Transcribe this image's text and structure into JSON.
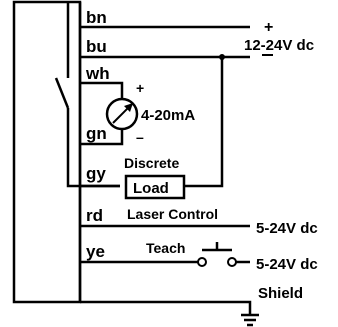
{
  "wires": {
    "bn": "bn",
    "bu": "bu",
    "wh": "wh",
    "gn": "gn",
    "gy": "gy",
    "rd": "rd",
    "ye": "ye"
  },
  "labels": {
    "plus_supply": "+",
    "supply_voltage": "12-24V dc",
    "meter_plus": "+",
    "meter_current": "4-20mA",
    "meter_minus": "–",
    "discrete": "Discrete",
    "load": "Load",
    "laser_control": "Laser Control",
    "laser_voltage": "5-24V dc",
    "teach": "Teach",
    "teach_voltage": "5-24V dc",
    "shield": "Shield"
  }
}
